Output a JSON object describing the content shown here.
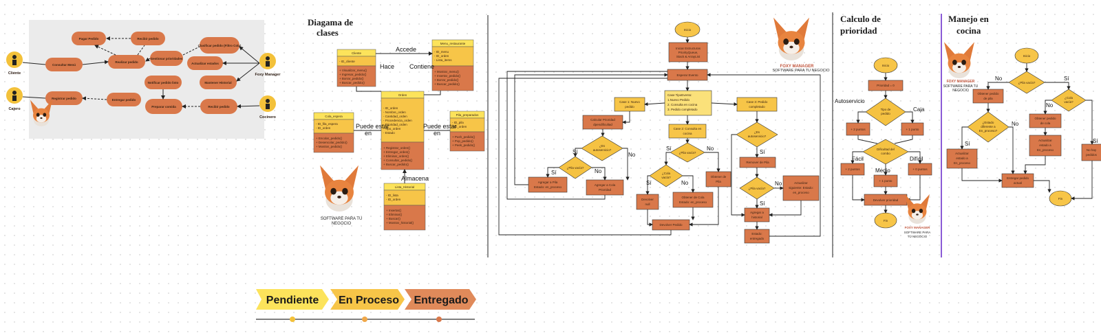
{
  "use_case": {
    "actors": {
      "cliente": "Cliente",
      "cajero": "Cajero",
      "foxy_manager": "Foxy Manager",
      "cocinero": "Cocinero"
    },
    "cases": {
      "pagar": "Pagar Pedido",
      "recibir": "Recibir pedido",
      "consultar": "Consultar Menú",
      "realizar": "Realizar pedido",
      "gestionar": "Gestionar prioridades",
      "clasificar": "Clasificar pedido (Filtro Cola)",
      "actualizar": "Actualizar estados",
      "mantener": "Mantener Historial",
      "notificar": "Notificar pedido listo",
      "registrar": "Registrar pedido",
      "entregar": "Entregar pedido",
      "preparar": "Preparar comida",
      "recibir2": "Recibir pedido"
    }
  },
  "class_diagram": {
    "title": "Diagama de clases",
    "classes": {
      "cliente": {
        "name": "Cliente",
        "attrs": [
          "- ID_cliente"
        ],
        "methods": [
          "+ Visualizar_menu()",
          "+ Ingresar_pedido()",
          "+ Borrar_pedido()",
          "+ Buscar_pedido()"
        ]
      },
      "menu": {
        "name": "Menu_restaurante",
        "attrs": [
          "- ID_menu",
          "- ID_orden",
          "- Lista_items"
        ],
        "methods": [
          "+ Mostrar_menu()",
          "+ Insertar_pedido()",
          "+ Borrar_pedido()",
          "+ Buscar_pedido()"
        ]
      },
      "orden": {
        "name": "Orden",
        "attrs": [
          "- ID_orden",
          "- Nombre_orden",
          "- Cantidad_orden",
          "- Procedencia_orden",
          "- Prioridad_orden",
          "- Tipo_orden",
          "- Estado"
        ],
        "methods": [
          "+ Registrar_orden()",
          "+ Entregar_orden()",
          "+ Eliminar_orden()",
          "+ Consultar_pedido()",
          "+ Buscar_pedido()"
        ]
      },
      "cola": {
        "name": "Cola_espera",
        "attrs": [
          "- ID_fila_espera",
          "- ID_orden"
        ],
        "methods": [
          "+ Encolar_pedido()",
          "+ Desencolar_pedido()",
          "+ Mostrar_pedido()"
        ]
      },
      "pila": {
        "name": "Pila_preparados",
        "attrs": [
          "- ID_pila",
          "- ID_orden"
        ],
        "methods": [
          "+ Push_pedido()",
          "+ Pop_pedido()",
          "+ Peek_pedido()"
        ]
      },
      "lista": {
        "name": "Lista_Historial",
        "attrs": [
          "- ID_lista",
          "- ID_orden"
        ],
        "methods": [
          "+ Insertar()",
          "+ Eliminar()",
          "+ Buscar()",
          "+ Mostrar_historial()"
        ]
      }
    },
    "relations": {
      "accede": "Accede",
      "hace": "Hace",
      "contiene": "Contiene",
      "puede_estar_1": "Puede estar en",
      "puede_estar_2": "Puede estar en",
      "almacena": "Almacena"
    }
  },
  "logo_text": {
    "brand": "FOXY MANAGER",
    "tag": "SOFTWARE PARA TU NEGOCIO"
  },
  "flow_main": {
    "inicio": "Inicio",
    "init": "Iniciar Estructuras PriorityQueue, Stack & ArrayList",
    "esperar": "Esperar Evento",
    "case": "Case TipoEvento: 1.Nuevo Pedido 2. Consulta en cocina 3. Pedido completado",
    "case1": "Case 1: Nuevo pedido",
    "case2": "Case 2: Consulta en cocina",
    "case3": "Case 3: Pedido completado",
    "calc": "Calcular Prioridad dpendificultad",
    "es_auto": "¿Es autoservicio?",
    "pila_vacia": "¿Pila vacía?",
    "agregar_pila": "Agregar a Pila Estado: en_proceso",
    "agregar_cola": "Agregar a Cola Prioridad",
    "pila_vacia2": "¿Pila vacía?",
    "cola_vacia": "¿Cola vacía?",
    "obtener_pila": "Obtener de Pila",
    "devolver_null": "Devolver null",
    "obtener_cola": "Obtener de Cola Estado: en_proceso",
    "devolver": "Devolver Pedido",
    "es_auto2": "¿Es autoservicio?",
    "remover": "Remover de Pila",
    "pila_vacia3": "¿Pila vacía?",
    "actualizar": "Actualizar siguiente: Estado: en_proceso",
    "agregar_hist": "Agregar a historial",
    "estado_ent": "Estado: entregado",
    "si": "Sí",
    "no": "No"
  },
  "prioridad": {
    "title": "Calculo de prioridad",
    "inicio": "Inicio",
    "p0": "Prioridad = 0",
    "tipo": "Tipo de pedido",
    "auto": "Autoservicio",
    "caja": "Caja",
    "plus2": "+ 2 puntos",
    "plus1": "+ 1 punto",
    "dif": "Dificultad del combo",
    "facil": "Fácil",
    "medio": "Medio",
    "dificil": "Difícil",
    "plus2b": "+ 2 puntos",
    "plus1b": "+ 1 punto",
    "plus0": "+ 0 puntos",
    "dev": "Devolver prioridad",
    "fin": "Fin"
  },
  "cocina": {
    "title": "Manejo en cocina",
    "inicio": "Inicio",
    "pila_vacia": "¿Pila vacía?",
    "cola_vacia": "¿Cola vacía?",
    "obtener_pila": "Obtener pedido de pila",
    "estado_dif": "¿Estado diferente a En_proceso?",
    "obtener_cola": "Obtener pedido de cola",
    "act1": "Actualizar estado a En_proceso",
    "act2": "Actualizar estado a En_proceso",
    "no_hay": "No hay pedidos",
    "entregar": "Entregar pedido actual",
    "fin": "Fin",
    "si": "Sí",
    "no": "No"
  },
  "legend": {
    "pendiente": "Pendiente",
    "proceso": "En Proceso",
    "entregado": "Entregado"
  },
  "colors": {
    "box": "#d9784a",
    "yellow": "#f7c548",
    "diamond": "#f5c242",
    "class_header": "#fce35b",
    "lavender": "#8a5bd6"
  }
}
